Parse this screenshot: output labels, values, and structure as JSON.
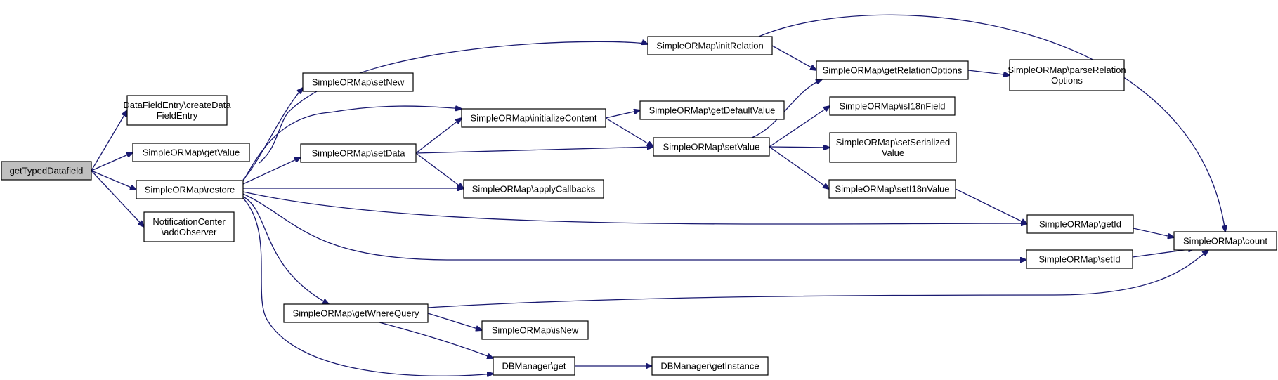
{
  "nodes": [
    {
      "id": "root",
      "lines": [
        "getTypedDatafield"
      ]
    },
    {
      "id": "createDataFieldEntry",
      "lines": [
        "DataFieldEntry\\createData",
        "FieldEntry"
      ]
    },
    {
      "id": "getValue",
      "lines": [
        "SimpleORMap\\getValue"
      ]
    },
    {
      "id": "restore",
      "lines": [
        "SimpleORMap\\restore"
      ]
    },
    {
      "id": "addObserver",
      "lines": [
        "NotificationCenter",
        "\\addObserver"
      ]
    },
    {
      "id": "initRelation",
      "lines": [
        "SimpleORMap\\initRelation"
      ]
    },
    {
      "id": "setNew",
      "lines": [
        "SimpleORMap\\setNew"
      ]
    },
    {
      "id": "initializeContent",
      "lines": [
        "SimpleORMap\\initializeContent"
      ]
    },
    {
      "id": "setData",
      "lines": [
        "SimpleORMap\\setData"
      ]
    },
    {
      "id": "applyCallbacks",
      "lines": [
        "SimpleORMap\\applyCallbacks"
      ]
    },
    {
      "id": "getWhereQuery",
      "lines": [
        "SimpleORMap\\getWhereQuery"
      ]
    },
    {
      "id": "isNew",
      "lines": [
        "SimpleORMap\\isNew"
      ]
    },
    {
      "id": "dbGet",
      "lines": [
        "DBManager\\get"
      ]
    },
    {
      "id": "getInstance",
      "lines": [
        "DBManager\\getInstance"
      ]
    },
    {
      "id": "getDefaultValue",
      "lines": [
        "SimpleORMap\\getDefaultValue"
      ]
    },
    {
      "id": "setValue",
      "lines": [
        "SimpleORMap\\setValue"
      ]
    },
    {
      "id": "getRelationOptions",
      "lines": [
        "SimpleORMap\\getRelationOptions"
      ]
    },
    {
      "id": "isI18nField",
      "lines": [
        "SimpleORMap\\isI18nField"
      ]
    },
    {
      "id": "setSerializedValue",
      "lines": [
        "SimpleORMap\\setSerialized",
        "Value"
      ]
    },
    {
      "id": "setI18nValue",
      "lines": [
        "SimpleORMap\\setI18nValue"
      ]
    },
    {
      "id": "parseRelationOptions",
      "lines": [
        "SimpleORMap\\parseRelation",
        "Options"
      ]
    },
    {
      "id": "getId",
      "lines": [
        "SimpleORMap\\getId"
      ]
    },
    {
      "id": "setId",
      "lines": [
        "SimpleORMap\\setId"
      ]
    },
    {
      "id": "count",
      "lines": [
        "SimpleORMap\\count"
      ]
    }
  ],
  "edges": [
    [
      "root",
      "createDataFieldEntry"
    ],
    [
      "root",
      "getValue"
    ],
    [
      "root",
      "restore"
    ],
    [
      "root",
      "addObserver"
    ],
    [
      "getValue",
      "initRelation"
    ],
    [
      "restore",
      "setNew"
    ],
    [
      "restore",
      "initializeContent"
    ],
    [
      "restore",
      "setData"
    ],
    [
      "restore",
      "applyCallbacks"
    ],
    [
      "restore",
      "getId"
    ],
    [
      "restore",
      "setId"
    ],
    [
      "restore",
      "getWhereQuery"
    ],
    [
      "restore",
      "dbGet"
    ],
    [
      "initRelation",
      "getRelationOptions"
    ],
    [
      "initRelation",
      "count"
    ],
    [
      "initializeContent",
      "getDefaultValue"
    ],
    [
      "initializeContent",
      "setValue"
    ],
    [
      "setData",
      "initializeContent"
    ],
    [
      "setData",
      "setValue"
    ],
    [
      "setData",
      "applyCallbacks"
    ],
    [
      "setValue",
      "getRelationOptions"
    ],
    [
      "setValue",
      "isI18nField"
    ],
    [
      "setValue",
      "setSerializedValue"
    ],
    [
      "setValue",
      "setI18nValue"
    ],
    [
      "getRelationOptions",
      "parseRelationOptions"
    ],
    [
      "setI18nValue",
      "getId"
    ],
    [
      "getId",
      "count"
    ],
    [
      "setId",
      "count"
    ],
    [
      "getWhereQuery",
      "count"
    ],
    [
      "getWhereQuery",
      "isNew"
    ],
    [
      "getWhereQuery",
      "dbGet"
    ],
    [
      "dbGet",
      "getInstance"
    ]
  ]
}
